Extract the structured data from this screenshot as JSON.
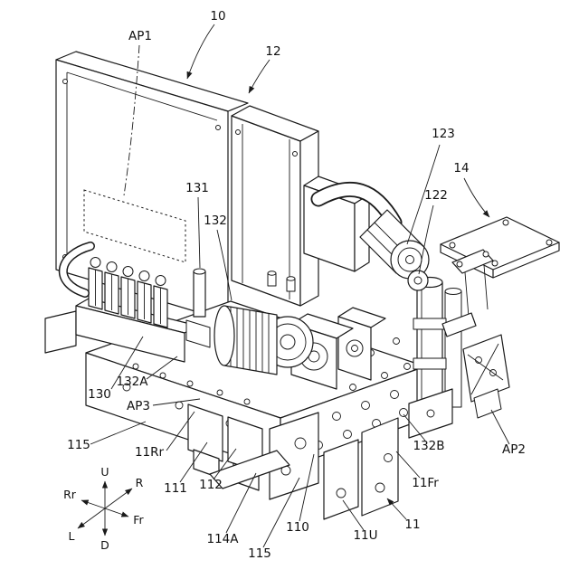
{
  "figure": {
    "reference_labels": {
      "r10": "10",
      "ap1": "AP1",
      "r12": "12",
      "r123": "123",
      "r14": "14",
      "r122": "122",
      "r131": "131",
      "r132": "132",
      "r130": "130",
      "r132a": "132A",
      "ap3": "AP3",
      "r115_left": "115",
      "r11rr": "11Rr",
      "r111": "111",
      "r112": "112",
      "r114a": "114A",
      "r115_bottom": "115",
      "r110": "110",
      "r11u": "11U",
      "r11": "11",
      "r11fr": "11Fr",
      "r132b": "132B",
      "ap2": "AP2"
    },
    "axis_indicator": {
      "up": "U",
      "down": "D",
      "left": "L",
      "right": "R",
      "rear": "Rr",
      "front": "Fr"
    },
    "colors": {
      "line": "#1a1a1a",
      "background": "#ffffff"
    }
  }
}
